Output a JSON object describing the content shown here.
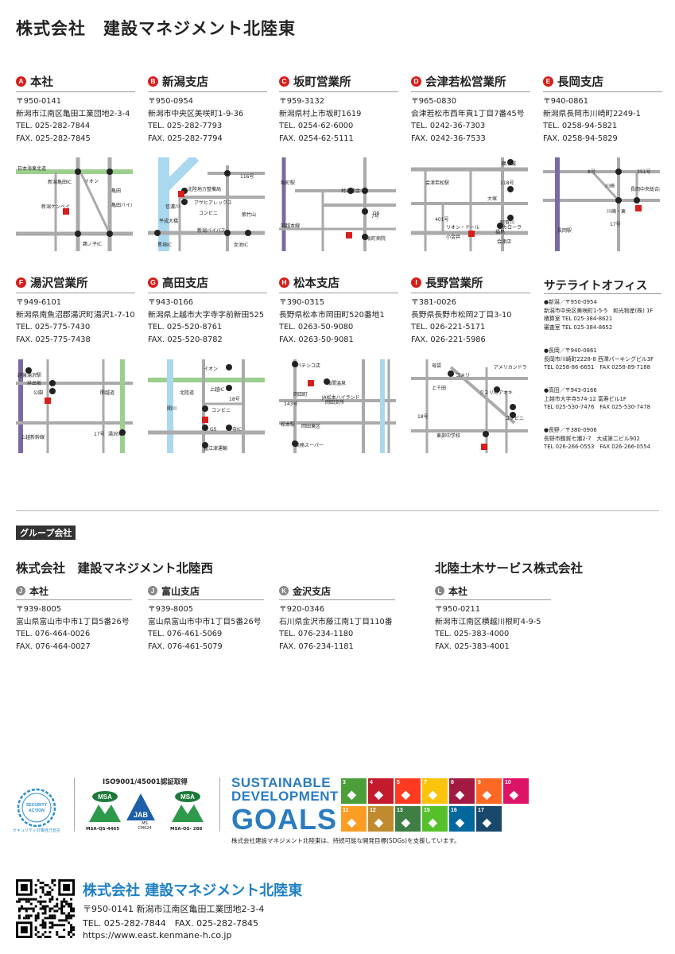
{
  "title": "株式会社　建設マネジメント北陸東",
  "offices": [
    {
      "letter": "A",
      "name": "本社",
      "zip": "〒950-0141",
      "address": "新潟市江南区亀田工業団地2-3-4",
      "tel": "TEL. 025-282-7844",
      "fax": "FAX. 025-282-7845",
      "map": [
        "日本海東北道",
        "新潟亀田IC",
        "イオン",
        "亀田",
        "新潟ケンベイ",
        "亀田バイパス",
        "鵜ノ子IC"
      ]
    },
    {
      "letter": "B",
      "name": "新潟支店",
      "zip": "〒950-0954",
      "address": "新潟市中央区美咲町1-9-36",
      "tel": "TEL. 025-282-7793",
      "fax": "FAX. 025-282-7794",
      "map": [
        "116号",
        "北陸地方整備局",
        "アサヒアレックス",
        "信濃川",
        "コンビニ",
        "平成大橋",
        "新潟バイパス",
        "紫竹山",
        "黒埼IC",
        "女池IC"
      ]
    },
    {
      "letter": "C",
      "name": "坂町営業所",
      "zip": "〒959-3132",
      "address": "新潟県村上市坂町1619",
      "tel": "TEL. 0254-62-6000",
      "fax": "FAX. 0254-62-5111",
      "map": [
        "坂町駅",
        "村上信金",
        "羽越本線",
        "7号",
        "GS",
        "坂町病院"
      ]
    },
    {
      "letter": "D",
      "name": "会津若松営業所",
      "zip": "〒965-0830",
      "address": "会津若松市西年貢1丁目7番45号",
      "tel": "TEL. 0242-36-7303",
      "fax": "FAX. 0242-36-7533",
      "map": [
        "鶴ヶ城",
        "会津若松駅",
        "118号",
        "401号",
        "大塚",
        "阿賀川",
        "リオン・ドール",
        "カローラ",
        "小金井",
        "福島",
        "会津店"
      ]
    },
    {
      "letter": "E",
      "name": "長岡支店",
      "zip": "〒940-0861",
      "address": "新潟県長岡市川崎町2249-1",
      "tel": "TEL. 0258-94-5821",
      "fax": "FAX. 0258-94-5829",
      "map": [
        "8号",
        "351号",
        "川崎",
        "長岡中央総合病院",
        "川崎・東",
        "長岡駅",
        "17号"
      ]
    },
    {
      "letter": "F",
      "name": "湯沢営業所",
      "zip": "〒949-6101",
      "address": "新潟県南魚沼郡湯沢町湯沢1-7-10",
      "tel": "TEL. 025-775-7430",
      "fax": "FAX. 025-775-7438",
      "map": [
        "越後湯沢駅",
        "井出坂",
        "公園",
        "関越道",
        "上越新幹線",
        "17号",
        "湯沢IC"
      ]
    },
    {
      "letter": "G",
      "name": "高田支店",
      "zip": "〒943-0166",
      "address": "新潟県上越市大字寺字前新田525",
      "tel": "TEL. 025-520-8761",
      "fax": "FAX. 025-520-8782",
      "map": [
        "イオン",
        "北陸道",
        "上越IC",
        "18号",
        "関川",
        "コンビニ",
        "GS",
        "寺IC",
        "直江津運輸"
      ]
    },
    {
      "letter": "H",
      "name": "松本支店",
      "zip": "〒390-0315",
      "address": "長野県松本市岡田町520番地1",
      "tel": "TEL. 0263-50-9080",
      "fax": "FAX. 0263-50-9081",
      "map": [
        "パチンコ店",
        "浅間温泉",
        "143号",
        "岡田町",
        "JA松本ハイランド",
        "岡田支所",
        "岡田東区",
        "松本駅",
        "業務スーパー"
      ]
    },
    {
      "letter": "I",
      "name": "長野営業所",
      "zip": "〒381-0026",
      "address": "長野県長野市松岡2丁目3-10",
      "tel": "TEL. 026-221-5171",
      "fax": "FAX. 026-221-5986",
      "map": [
        "母袋",
        "コメリ",
        "アメリカンドラッグ",
        "上千田",
        "18号",
        "クスリのアオキ",
        "コンビニ",
        "東部中学校"
      ]
    }
  ],
  "satellite": {
    "title": "サテライトオフィス",
    "blocks": [
      [
        "●新潟／〒950-0954",
        "新潟市中央区美咲町1-5-5　和光物産(株) 1F",
        "積算室 TEL 025-384-8621",
        "審査室 TEL 025-384-8652"
      ],
      [
        "●長岡／〒940-0861",
        "長岡市川崎町2228-8 西澤パーキングビル3F",
        "TEL 0258-86-6651　FAX 0258-89-7188"
      ],
      [
        "●高田／〒943-0166",
        "上越市大字寺574-12 富寿ビル1F",
        "TEL 025-530-7476　FAX 025-530-7478"
      ],
      [
        "●長野／〒380-0906",
        "長野市鶴賀七瀬2-7　大成第二ビル902",
        "TEL 026-266-0553　FAX 026-266-0554"
      ]
    ]
  },
  "group": {
    "tag": "グループ会社",
    "west": {
      "name": "株式会社　建設マネジメント北陸西",
      "offices": [
        {
          "letter": "J",
          "name": "本社",
          "zip": "〒939-8005",
          "address": "富山県富山市中市1丁目5番26号",
          "tel": "TEL. 076-464-0026",
          "fax": "FAX. 076-464-0027"
        },
        {
          "letter": "J",
          "name": "富山支店",
          "zip": "〒939-8005",
          "address": "富山県富山市中市1丁目5番26号",
          "tel": "TEL. 076-461-5069",
          "fax": "FAX. 076-461-5079"
        },
        {
          "letter": "K",
          "name": "金沢支店",
          "zip": "〒920-0346",
          "address": "石川県金沢市藤江南1丁目110番",
          "tel": "TEL. 076-234-1180",
          "fax": "FAX. 076-234-1181"
        }
      ]
    },
    "doboku": {
      "name": "北陸土木サービス株式会社",
      "offices": [
        {
          "letter": "L",
          "name": "本社",
          "zip": "〒950-0211",
          "address": "新潟市江南区横越川根町4-9-5",
          "tel": "TEL. 025-383-4000",
          "fax": "FAX. 025-383-4001"
        }
      ]
    }
  },
  "certs": {
    "security_action": "SECURITY ACTION",
    "security_sub": "セキュリティ対策自己宣言",
    "iso_label": "ISO9001/45001認証取得",
    "msa1": "MSA",
    "msa1_code": "MSA-QS-4465",
    "jab": "JAB",
    "jab_code": "MS CM024",
    "msa2": "MSA",
    "msa2_code": "MSA-OS- 288"
  },
  "sdgs": {
    "title_line1": "SUSTAINABLE",
    "title_line2": "DEVELOPMENT",
    "goals": "GOALS",
    "note": "株式会社建設マネジメント北陸東は、持続可能な開発目標(SDGs)を支援しています。",
    "tiles": [
      {
        "n": "3",
        "color": "#4c9f38"
      },
      {
        "n": "4",
        "color": "#c5192d"
      },
      {
        "n": "5",
        "color": "#ff3a21"
      },
      {
        "n": "7",
        "color": "#fcc30b"
      },
      {
        "n": "8",
        "color": "#a21942"
      },
      {
        "n": "9",
        "color": "#fd6925"
      },
      {
        "n": "10",
        "color": "#dd1367"
      },
      {
        "n": "11",
        "color": "#fd9d24"
      },
      {
        "n": "12",
        "color": "#bf8b2e"
      },
      {
        "n": "13",
        "color": "#3f7e44"
      },
      {
        "n": "15",
        "color": "#56c02b"
      },
      {
        "n": "16",
        "color": "#00689d"
      },
      {
        "n": "17",
        "color": "#19486a"
      }
    ]
  },
  "footer": {
    "name": "株式会社 建設マネジメント北陸東",
    "address": "〒950-0141  新潟市江南区亀田工業団地2-3-4",
    "telfax": "TEL. 025-282-7844　FAX. 025-282-7845",
    "url": "https://www.east.kenmane-h.co.jp"
  }
}
